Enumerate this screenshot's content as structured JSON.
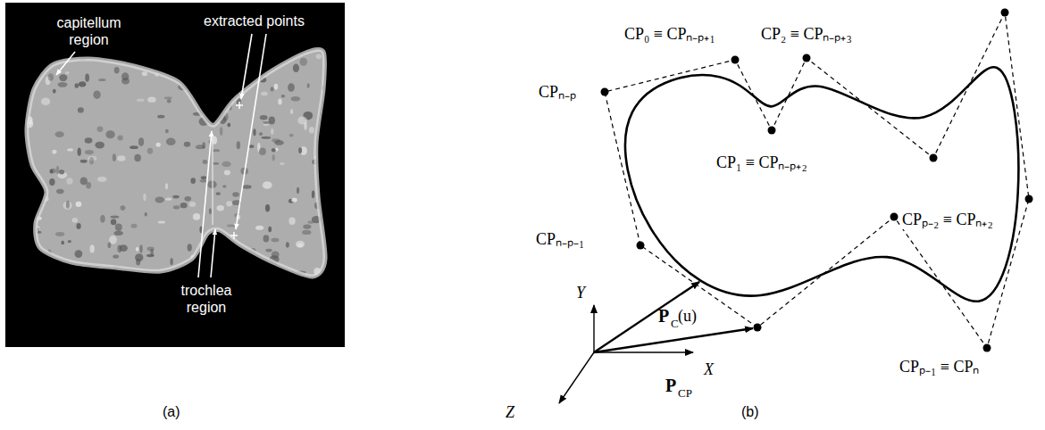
{
  "diagram": {
    "labels": [
      "capitellum region",
      "extracted points",
      "trochlea region",
      "(a)",
      "CP₀ ≡ CPₙ₋ₚ₊₁",
      "CP₂ ≡ CPₙ₋ₚ₊₃",
      "CPₙ₋ₚ",
      "CP₁ ≡ CPₙ₋ₚ₊₂",
      "CPₙ₋ₚ₋₁",
      "CPₚ₋₂ ≡ CPₙ₊₂",
      "CPₚ₋₁ ≡ CPₙ",
      "Y",
      "P",
      "C",
      "(u)",
      "X",
      "P",
      "CP",
      "Z",
      "(b)"
    ]
  }
}
